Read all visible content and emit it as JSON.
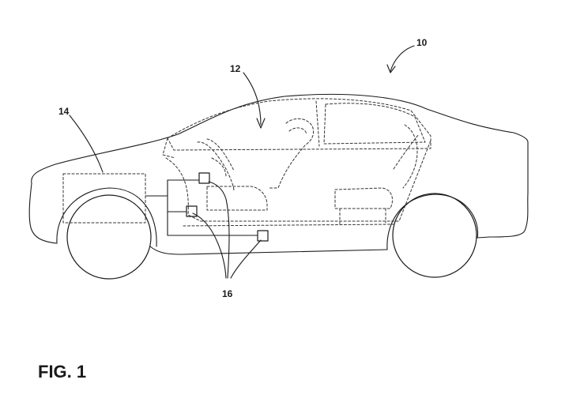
{
  "figure": {
    "caption": "FIG. 1",
    "references": {
      "vehicle": "10",
      "cabin": "12",
      "module": "14",
      "sensors": "16"
    }
  }
}
